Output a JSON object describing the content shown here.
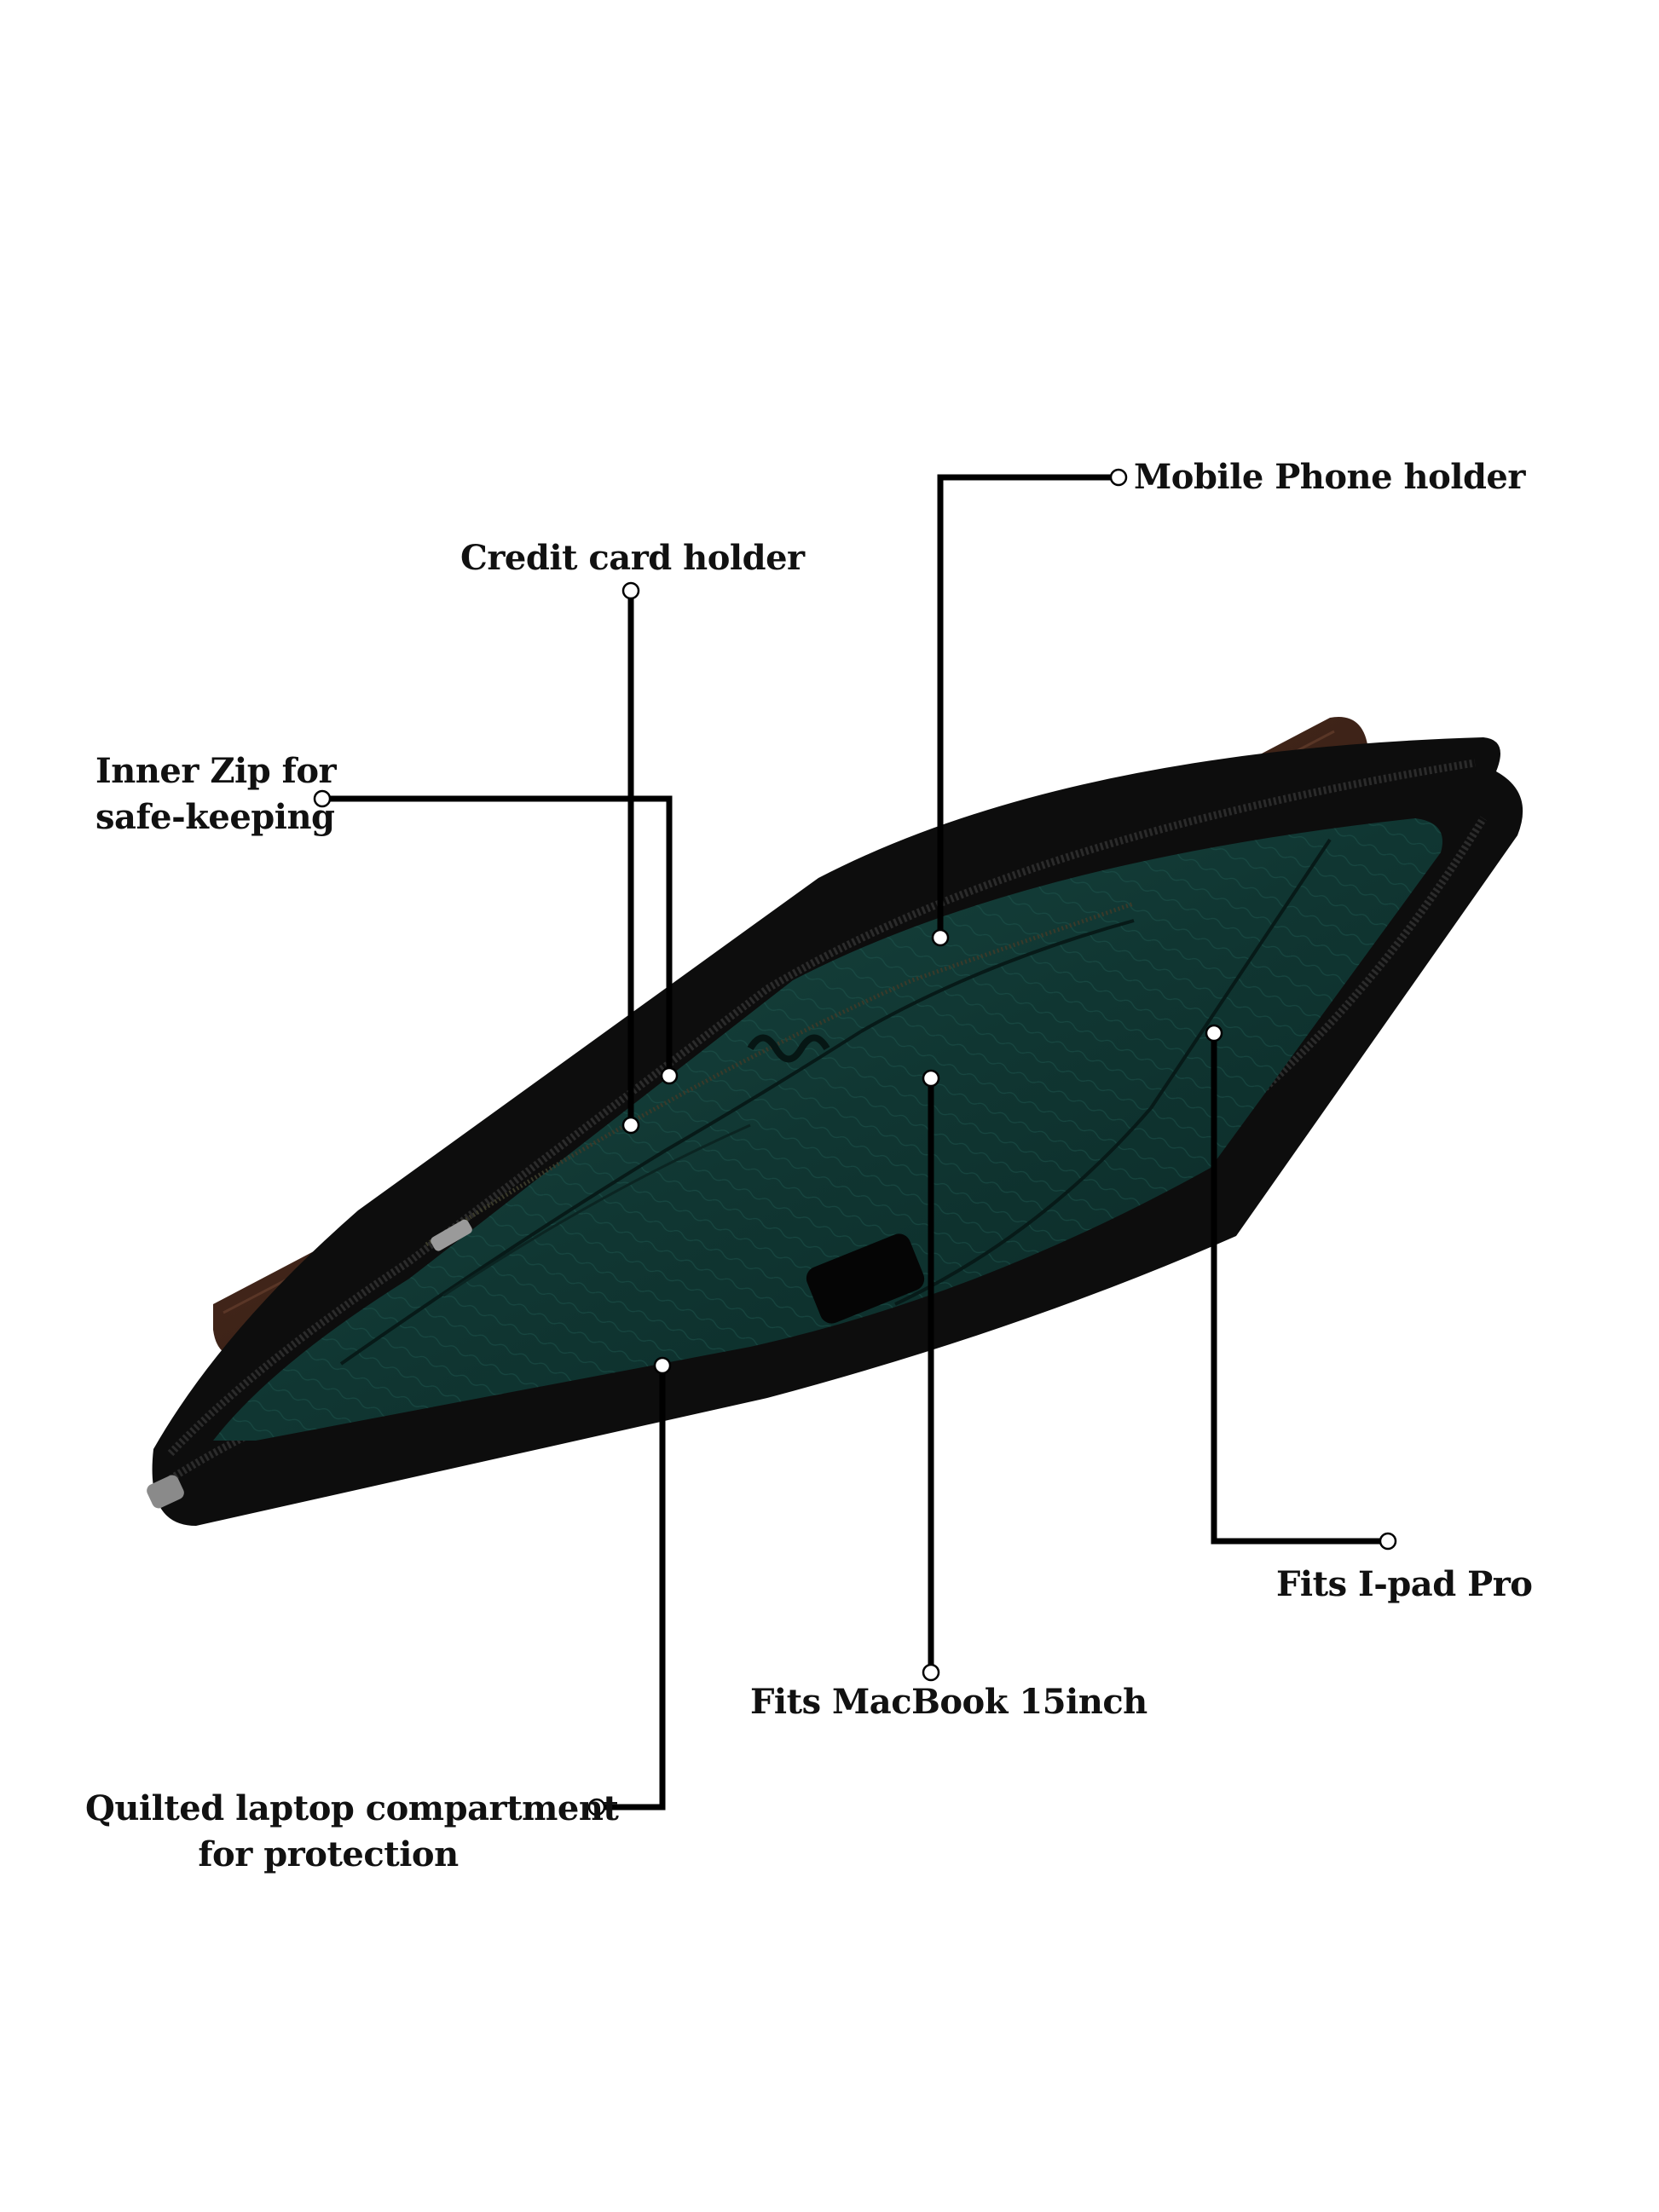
{
  "callouts": {
    "mobile_phone_holder": "Mobile Phone holder",
    "credit_card_holder": "Credit card holder",
    "inner_zip_line1": "Inner Zip for",
    "inner_zip_line2": "safe-keeping",
    "fits_ipad_pro": "Fits I-pad Pro",
    "fits_macbook": "Fits MacBook 15inch",
    "quilted_line1": "Quilted laptop compartment",
    "quilted_line2": "for protection"
  },
  "colors": {
    "background": "#ffffff",
    "text": "#111111",
    "leader_line": "#000000",
    "lining": "#123a36",
    "outer_leather": "#0d0d0d",
    "back_flap": "#4a2a1e"
  }
}
